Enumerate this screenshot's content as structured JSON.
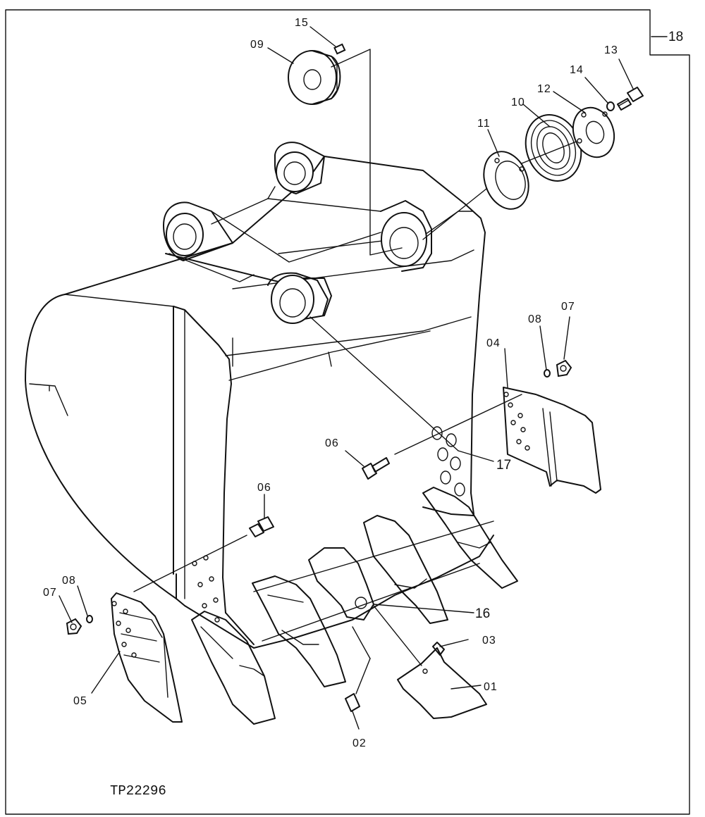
{
  "figure_code": "TP22296",
  "group_label": "18",
  "callouts": {
    "p01": "01",
    "p02": "02",
    "p03": "03",
    "p04": "04",
    "p05": "05",
    "p06a": "06",
    "p06b": "06",
    "p07a": "07",
    "p07b": "07",
    "p08a": "08",
    "p08b": "08",
    "p09": "09",
    "p10": "10",
    "p11": "11",
    "p12": "12",
    "p13": "13",
    "p14": "14",
    "p15": "15",
    "p16": "16",
    "p17": "17"
  }
}
